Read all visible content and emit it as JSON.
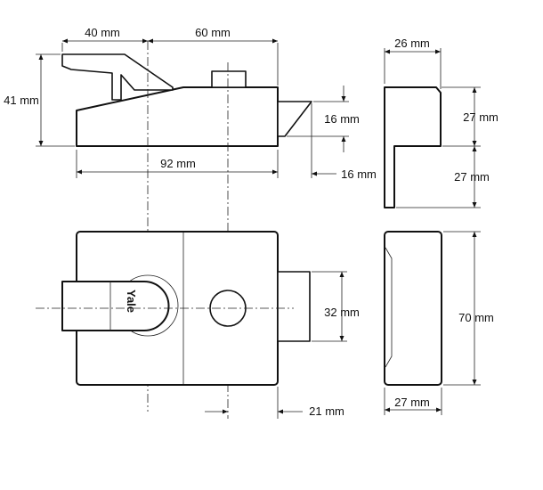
{
  "dimensions": {
    "top_left_width": "40 mm",
    "top_right_width": "60 mm",
    "side_width_top": "26 mm",
    "height_41": "41 mm",
    "bolt_height_16": "16 mm",
    "bolt_projection_16": "16 mm",
    "overall_width": "92 mm",
    "side_upper_height": "27 mm",
    "side_lower_height": "27 mm",
    "staple_height": "32 mm",
    "case_height": "70 mm",
    "bottom_offset": "21 mm",
    "side_width_bottom": "27 mm"
  },
  "brand": "Yale",
  "colors": {
    "line": "#111111",
    "background": "#ffffff"
  }
}
